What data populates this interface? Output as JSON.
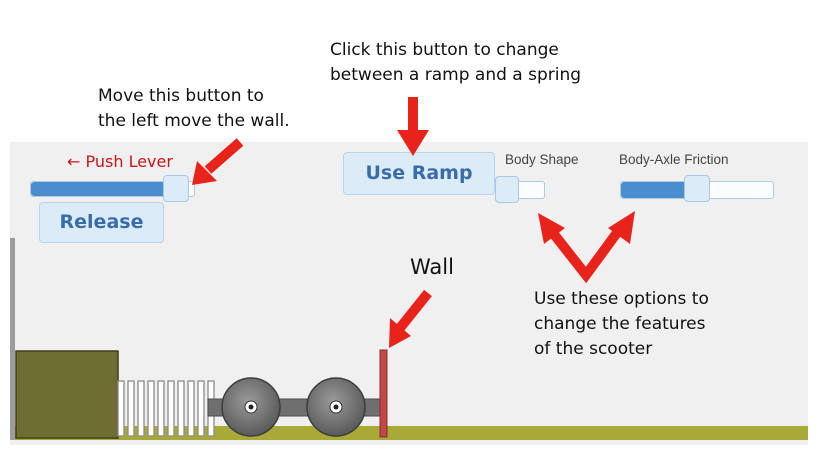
{
  "annotations": {
    "top_text": "Click this button to change\nbetween a ramp and a spring",
    "left_text": "Move this button to\nthe left move the wall.",
    "wall_text": "Wall",
    "options_text": "Use these options to\nchange the features\nof the scooter"
  },
  "controls": {
    "push_lever_label": "← Push Lever",
    "push_lever_value": 0.96,
    "release_label": "Release",
    "use_ramp_label": "Use Ramp",
    "body_shape_label": "Body Shape",
    "body_shape_value": 0.0,
    "friction_label": "Body-Axle Friction",
    "friction_value": 0.5
  },
  "colors": {
    "arrow": "#e8231c",
    "button_text": "#3a6da8",
    "lever_label": "#c8151b",
    "ground": "#a9a93a",
    "block": "#6e6d32",
    "wall": "#c24848"
  }
}
